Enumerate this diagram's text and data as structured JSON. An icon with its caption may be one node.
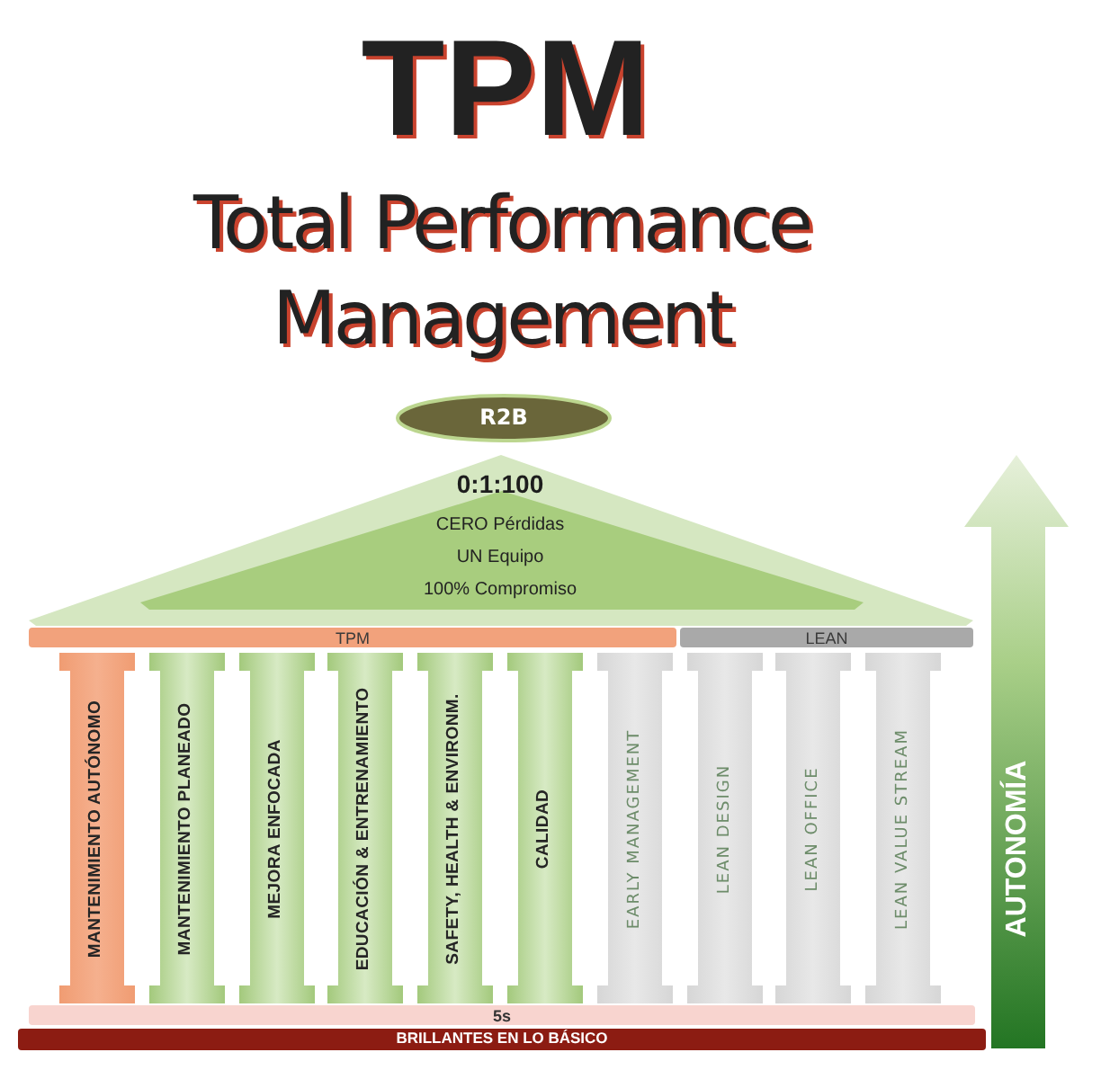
{
  "diagram": {
    "title": "TPM",
    "nodes": [
      {
        "text": [
          "R2B"
        ]
      },
      {
        "text": [
          "0:1:100"
        ]
      },
      {
        "text": [
          "CERO Pérdidas",
          "UN Equipo",
          "100% Compromiso"
        ],
        "in": 1
      },
      {
        "text": [
          "TPM"
        ]
      },
      {
        "text": [
          "LEAN"
        ]
      },
      {
        "text": [
          "MANTENIMIENTO AUTÓNOMO"
        ]
      },
      {
        "text": [
          "MANTENIMIENTO PLANEADO"
        ]
      },
      {
        "text": [
          "MEJORA ENFOCADA"
        ]
      },
      {
        "text": [
          "EDUCACIÓN & ENTRENAMIENTO"
        ]
      },
      {
        "text": [
          "SAFETY, HEALTH & ENVIRONM."
        ]
      },
      {
        "text": [
          "CALIDAD"
        ]
      },
      {
        "text": [
          "EARLY MANAGEMENT"
        ]
      },
      {
        "text": [
          "LEAN DESIGN"
        ]
      },
      {
        "text": [
          "LEAN OFFICE"
        ]
      },
      {
        "text": [
          "LEAN VALUE STREAM"
        ]
      },
      {
        "text": [
          "AUTONOMÍA"
        ]
      },
      {
        "text": [
          "5s"
        ]
      },
      {
        "text": [
          "BRILLANTES EN LO BÁSICO"
        ]
      }
    ],
    "labels": [
      "Total Performance Management"
    ]
  }
}
